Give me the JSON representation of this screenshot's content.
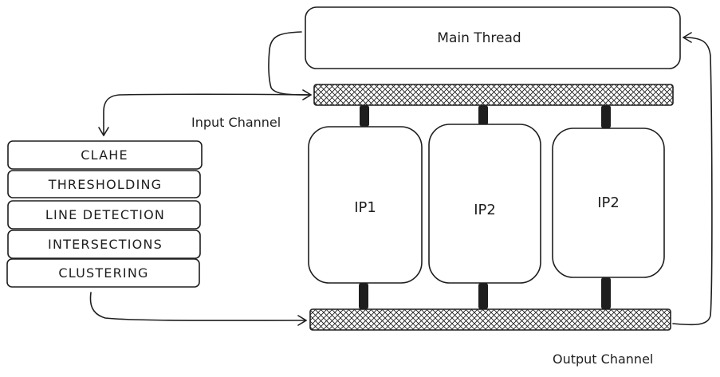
{
  "main_thread": {
    "label": "Main Thread"
  },
  "channels": {
    "input_label": "Input Channel",
    "output_label": "Output Channel"
  },
  "pipeline_stages": [
    {
      "label": "CLAHE"
    },
    {
      "label": "THRESHOLDING"
    },
    {
      "label": "LINE DETECTION"
    },
    {
      "label": "INTERSECTIONS"
    },
    {
      "label": "CLUSTERING"
    }
  ],
  "workers": [
    {
      "label": "IP1"
    },
    {
      "label": "IP2"
    },
    {
      "label": "IP2"
    }
  ],
  "colors": {
    "stroke": "#1e1e1e",
    "background": "#ffffff"
  }
}
